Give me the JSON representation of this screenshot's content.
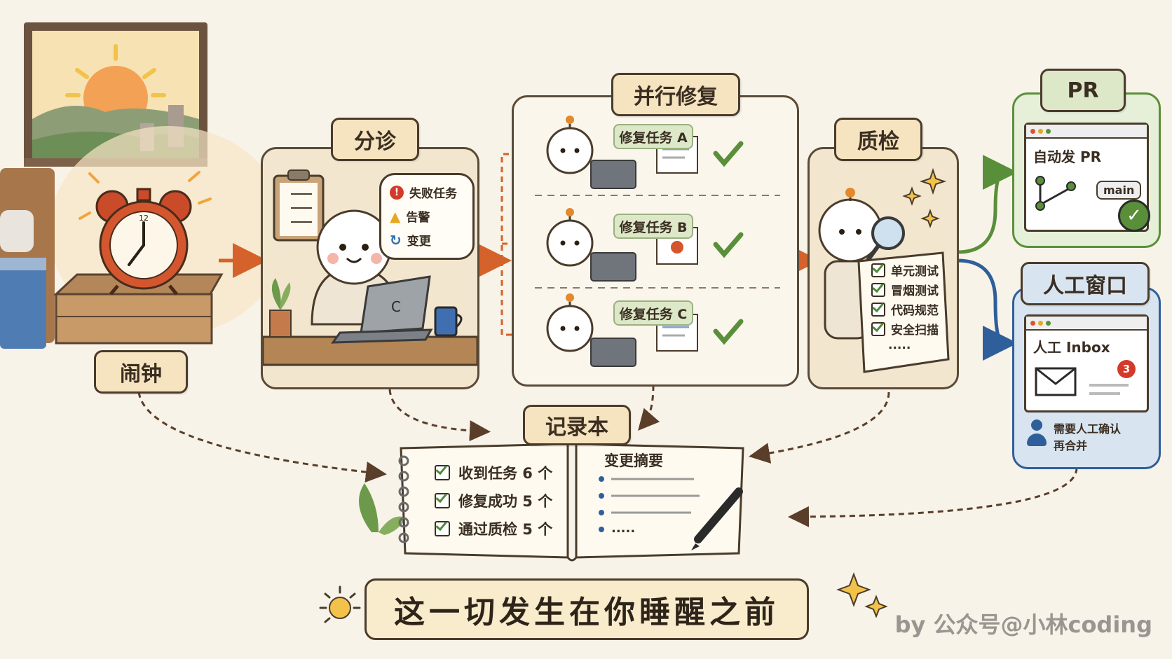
{
  "stages": {
    "alarm": "闹钟",
    "triage": "分诊",
    "parallel_fix": "并行修复",
    "qa": "质检",
    "pr": "PR",
    "manual": "人工窗口",
    "notebook": "记录本"
  },
  "triage_bubble": {
    "items": [
      "失败任务",
      "告警",
      "变更"
    ]
  },
  "laptop_letter": "C",
  "fix_tasks": [
    "修复任务 A",
    "修复任务 B",
    "修复任务 C"
  ],
  "qa_checklist": [
    "单元测试",
    "冒烟测试",
    "代码规范",
    "安全扫描",
    "....."
  ],
  "pr_window": {
    "title": "自动发 PR",
    "branch": "main"
  },
  "manual_window": {
    "title": "人工 Inbox",
    "badge": "3",
    "note_line1": "需要人工确认",
    "note_line2": "再合并"
  },
  "notebook": {
    "left_items": [
      "收到任务 6 个",
      "修复成功 5 个",
      "通过质检 5 个"
    ],
    "right_title": "变更摘要",
    "right_more": "....."
  },
  "clock_label": "12",
  "bottom_title": "这一切发生在你睡醒之前",
  "watermark": "by 公众号@小林coding",
  "colors": {
    "background": "#f8f3e8",
    "arrow_orange": "#d4622a",
    "arrow_green": "#5a8f3a",
    "arrow_blue": "#2f5f9a",
    "pr_panel": "#e6efd8",
    "manual_panel": "#d8e4f0",
    "tag_fill": "#f6e3bf"
  }
}
